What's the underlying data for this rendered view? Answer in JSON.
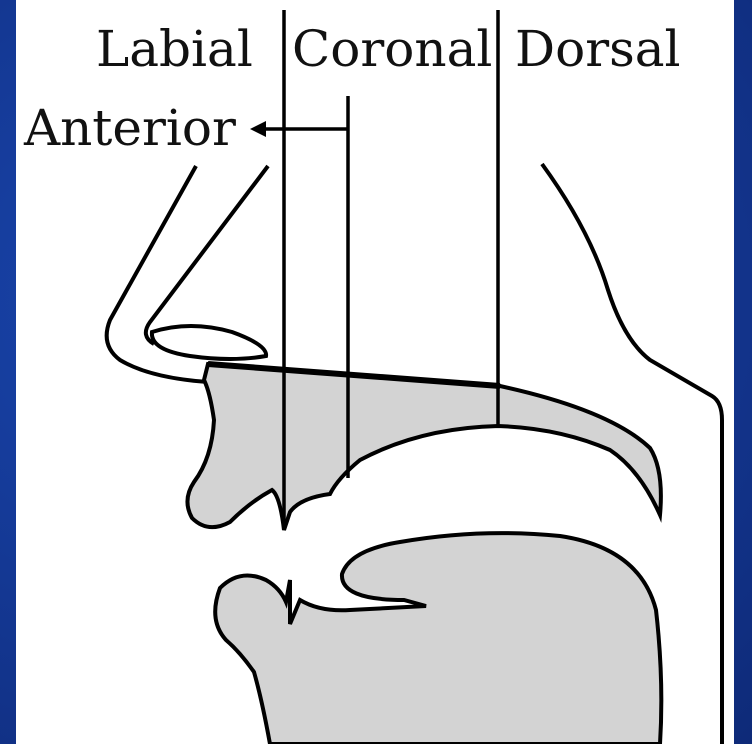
{
  "labels": {
    "labial": "Labial",
    "coronal": "Coronal",
    "dorsal": "Dorsal",
    "anterior": "Anterior"
  },
  "colors": {
    "background": "#163c9c",
    "canvas": "#ffffff",
    "fill": "#d3d3d3",
    "stroke": "#000000"
  }
}
